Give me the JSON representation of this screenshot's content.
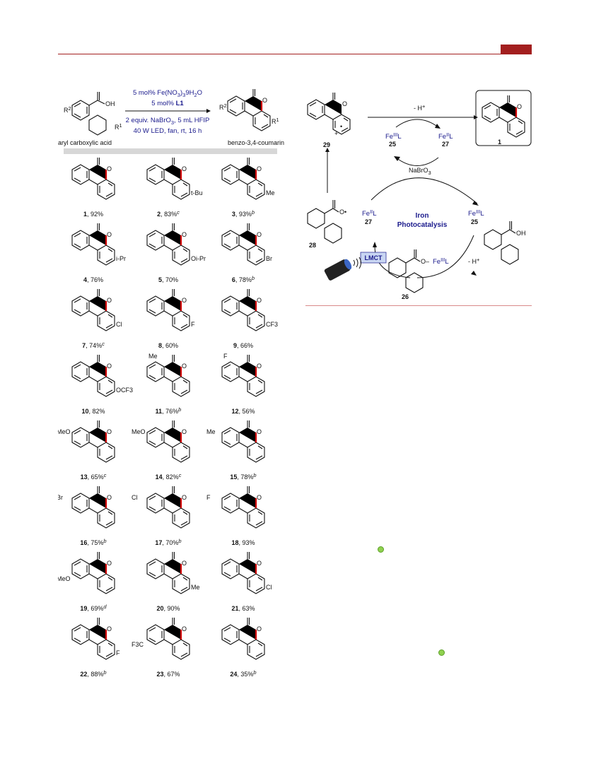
{
  "reaction": {
    "cond1": "5 mol% Fe(NO",
    "cond1_sub1": "3",
    "cond1_mid": ")",
    "cond1_sub2": "3",
    "cond1_end": "9H",
    "cond1_sub3": "2",
    "cond1_tail": "O",
    "cond2_pre": "5 mol% ",
    "cond2_bold": "L1",
    "cond3": "2 equiv. NaBrO",
    "cond3_sub": "3",
    "cond3_tail": ", 5 mL HFIP",
    "cond4": "40 W LED, fan, rt, 16 h",
    "sm_label": "aryl carboxylic acid",
    "prod_label": "benzo-3,4-coumarin",
    "r2": "R",
    "r2_sup": "2",
    "r1": "R",
    "r1_sup": "1"
  },
  "compounds": [
    {
      "num": "1",
      "rest": ", 92%",
      "sup": "",
      "subst": ""
    },
    {
      "num": "2",
      "rest": ", 83%",
      "sup": "c",
      "subst": "t-Bu"
    },
    {
      "num": "3",
      "rest": ", 93%",
      "sup": "b",
      "subst": "Me"
    },
    {
      "num": "4",
      "rest": ", 76%",
      "sup": "",
      "subst": "i-Pr"
    },
    {
      "num": "5",
      "rest": ", 70%",
      "sup": "",
      "subst": "Oi-Pr"
    },
    {
      "num": "6",
      "rest": ", 78%",
      "sup": "b",
      "subst": "Br"
    },
    {
      "num": "7",
      "rest": ", 74%",
      "sup": "c",
      "subst": "Cl"
    },
    {
      "num": "8",
      "rest": ", 60%",
      "sup": "",
      "subst": "F"
    },
    {
      "num": "9",
      "rest": ", 66%",
      "sup": "",
      "subst": "CF3"
    },
    {
      "num": "10",
      "rest": ", 82%",
      "sup": "",
      "subst": "OCF3"
    },
    {
      "num": "11",
      "rest": ", 76%",
      "sup": "b",
      "subst": "Me"
    },
    {
      "num": "12",
      "rest": ", 56%",
      "sup": "",
      "subst": "F"
    },
    {
      "num": "13",
      "rest": ", 65%",
      "sup": "c",
      "subst": "MeO"
    },
    {
      "num": "14",
      "rest": ", 82%",
      "sup": "c",
      "subst": "MeO"
    },
    {
      "num": "15",
      "rest": ", 78%",
      "sup": "b",
      "subst": "Me"
    },
    {
      "num": "16",
      "rest": ", 75%",
      "sup": "b",
      "subst": "Br"
    },
    {
      "num": "17",
      "rest": ", 70%",
      "sup": "b",
      "subst": "Cl"
    },
    {
      "num": "18",
      "rest": ", 93%",
      "sup": "",
      "subst": "F"
    },
    {
      "num": "19",
      "rest": ", 69%",
      "sup": "d",
      "subst": "MeO"
    },
    {
      "num": "20",
      "rest": ", 90%",
      "sup": "",
      "subst": "Me"
    },
    {
      "num": "21",
      "rest": ", 63%",
      "sup": "",
      "subst": "Cl"
    },
    {
      "num": "22",
      "rest": ", 88%",
      "sup": "b",
      "subst": "F"
    },
    {
      "num": "23",
      "rest": ", 67%",
      "sup": "",
      "subst": "F3C"
    },
    {
      "num": "24",
      "rest": ", 35%",
      "sup": "b",
      "subst": ""
    }
  ],
  "mechanism": {
    "h_loss_top": "- H",
    "h_plus": "+",
    "fe3_a": "Fe",
    "fe3_a_sup": "III",
    "fe3_a_l": "L",
    "n25a": "25",
    "fe2_a": "Fe",
    "fe2_a_sup": "II",
    "fe2_a_l": "L",
    "n27a": "27",
    "nabro3": "NaBrO",
    "nabro3_sub": "3",
    "fe2_b": "Fe",
    "fe2_b_sup": "II",
    "fe2_b_l": "L",
    "n27b": "27",
    "fe3_b": "Fe",
    "fe3_b_sup": "III",
    "fe3_b_l": "L",
    "n25b": "25",
    "center1": "Iron",
    "center2": "Photocatalysis",
    "lmct": "LMCT",
    "h_loss_bottom": "- H",
    "fe_iii_ester": "O",
    "fe_iii_ester_fe": "Fe",
    "fe_iii_ester_sup": "III",
    "fe_iii_ester_l": "L",
    "n29": "29",
    "n1": "1",
    "n28": "28",
    "n26": "26",
    "radical_o": "O",
    "oh": "OH",
    "o": "O"
  },
  "colors": {
    "accent": "#a31f1f",
    "blue_text": "#1a1a8c",
    "bond_red": "#d10000",
    "lmct_bg": "#c9d6f2"
  }
}
